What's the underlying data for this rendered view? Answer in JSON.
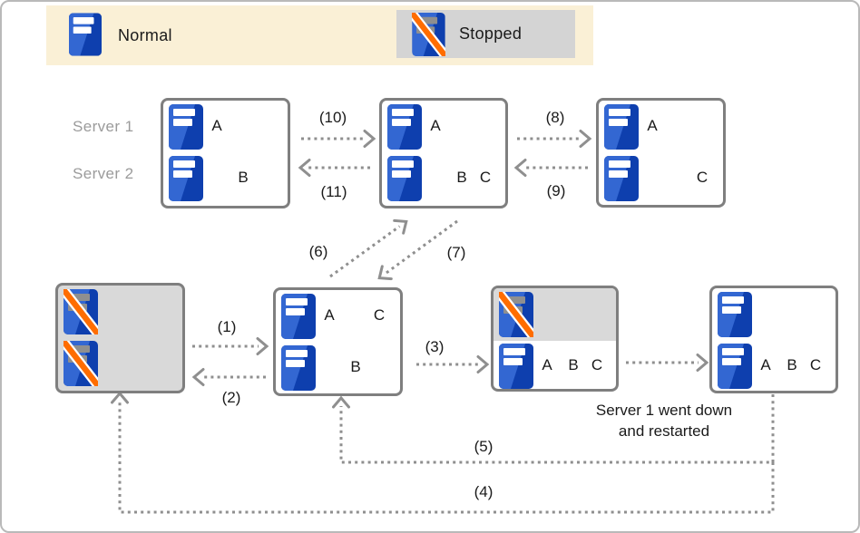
{
  "legend": {
    "normal_label": "Normal",
    "stopped_label": "Stopped"
  },
  "row_labels": {
    "server1": "Server 1",
    "server2": "Server 2"
  },
  "note": {
    "line1": "Server 1 went down",
    "line2": "and restarted"
  },
  "arrow_labels": {
    "n1": "(1)",
    "n2": "(2)",
    "n3": "(3)",
    "n4": "(4)",
    "n5": "(5)",
    "n6": "(6)",
    "n7": "(7)",
    "n8": "(8)",
    "n9": "(9)",
    "n10": "(10)",
    "n11": "(11)"
  },
  "states": {
    "top_left": {
      "row1": {
        "a": "A"
      },
      "row2": {
        "b": "B"
      }
    },
    "top_mid": {
      "row1": {
        "a": "A"
      },
      "row2": {
        "b": "B",
        "c": "C"
      }
    },
    "top_right": {
      "row1": {
        "a": "A"
      },
      "row2": {
        "c": "C"
      }
    },
    "bottom_left": {},
    "bottom_mid": {
      "row1": {
        "a": "A",
        "c": "C"
      },
      "row2": {
        "b": "B"
      }
    },
    "bottom_down": {
      "row2": {
        "a": "A",
        "b": "B",
        "c": "C"
      }
    },
    "bottom_right": {
      "row2": {
        "a": "A",
        "b": "B",
        "c": "C"
      }
    }
  },
  "icons": {
    "normal": "server-icon",
    "stopped": "server-stopped-icon"
  },
  "colors": {
    "server_blue_dark": "#0e3fae",
    "server_blue_light": "#3367d2",
    "stop_stripe_orange": "#ff6d00",
    "box_border_gray": "#7f7f7f",
    "arrow_gray": "#8f8f8f",
    "legend_background": "#faf0d6",
    "stopped_background": "#d9d9d9",
    "row_label_gray": "#9b9b9b"
  }
}
